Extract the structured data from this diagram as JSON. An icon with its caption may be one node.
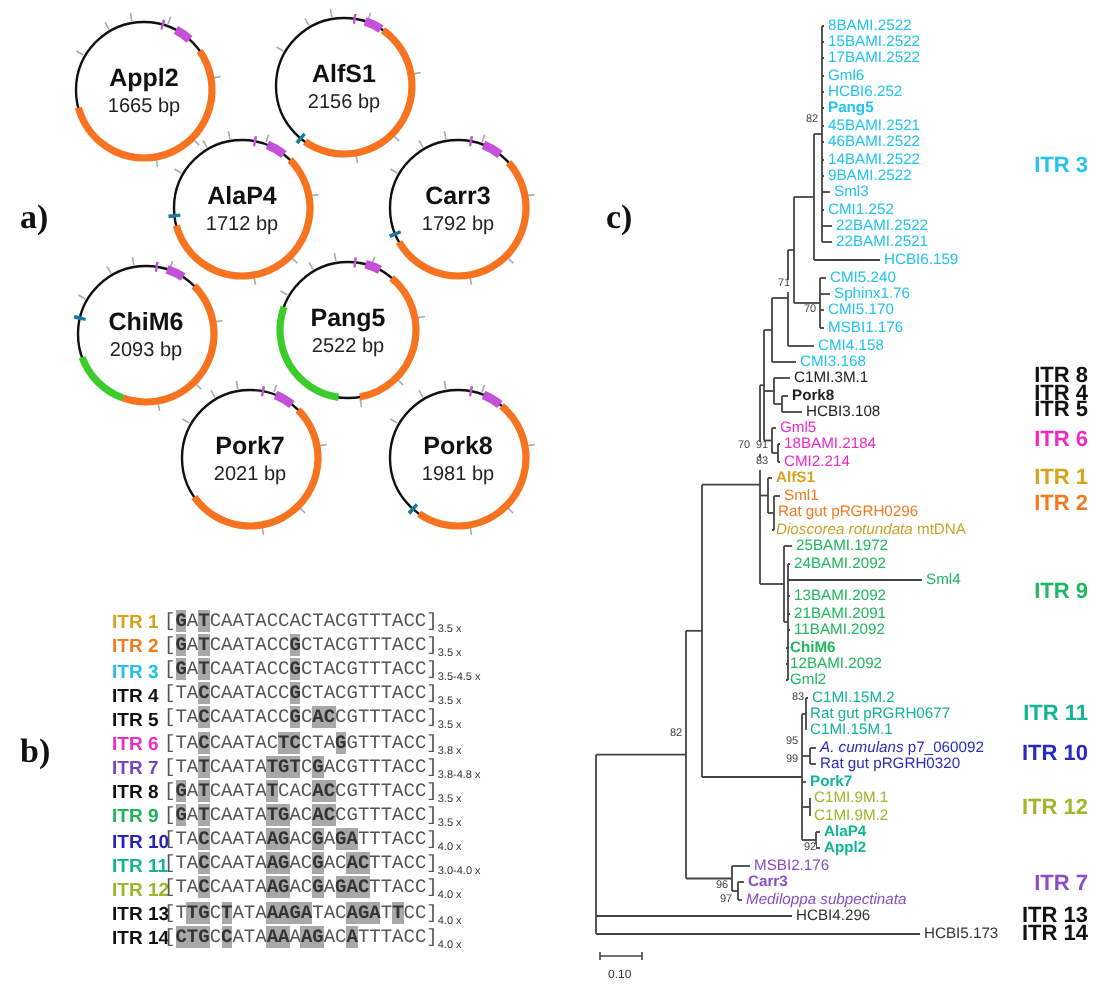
{
  "diagram": {
    "nodes": [
      {
        "text": [
          "Appl2",
          "1665 bp"
        ]
      },
      {
        "text": [
          "AlfS1",
          "2156 bp"
        ]
      },
      {
        "text": [
          "AlaP4",
          "1712 bp"
        ]
      },
      {
        "text": [
          "Carr3",
          "1792 bp"
        ]
      },
      {
        "text": [
          "ChiM6",
          "2093 bp"
        ]
      },
      {
        "text": [
          "Pang5",
          "2522 bp"
        ]
      },
      {
        "text": [
          "Pork7",
          "2021 bp"
        ]
      },
      {
        "text": [
          "Pork8",
          "1981 bp"
        ]
      }
    ],
    "labels": [
      "a)",
      "b)",
      "ITR 1",
      "[**G**A**T**CAATACCACTACGTTTACC]$_{3.5 x}$",
      "ITR 2",
      "[**G**A**T**CAATACC**G**CTACGTTTACC]$_{3.5 x}$",
      "ITR 3",
      "[**G**A**T**CAATACC**G**CTACGTTTACC]$_{3.5-4.5 x}$",
      "ITR 4",
      "[TA**C**CAATACC**G**CTACGTTTACC]$_{3.5 x}$",
      "ITR 5",
      "[TA**C**CAATACC**G**C**AC**CGTTTACC]$_{3.5 x}$",
      "ITR 6",
      "[TA**C**CAATAC**TC**CTA**G**GTTTACC]$_{3.8 x}$",
      "ITR 7",
      "[TA**T**CAATA**TGT**C**G**ACGTTTACC]$_{3.8-4.8 x}$",
      "ITR 8",
      "[**G**A**T**CAATA**T**CAC**AC**CGTTTACC]$_{3.5 x}$",
      "ITR 9",
      "[**G**A**T**CAATA**TG**AC**AC**CGTTTACC]$_{3.5 x}$",
      "ITR 10",
      "[TA**C**CAATA**AG**AC**G**A**GA**TTTACC]$_{4.0 x}$",
      "ITR 11",
      "[TA**C**CAATA**AG**AC**G**AC**AC**TTACC]$_{3.0-4.0 x}$",
      "ITR 12",
      "[TA**C**CAATA**AG**AC**G**A**GAC**TTACC]$_{4.0 x}$",
      "ITR 13",
      "[T**TG**C**T**ATA**AAGA**TAC**AGA**T**T**CC]$_{4.0 x}$",
      "ITR 14",
      "[**CTG**C**C**ATA**AA**A**AG**AC**A**TTTACC]$_{4.0 x}$",
      "c)",
      "8BAMI.2522",
      "15BAMI.2522",
      "17BAMI.2522",
      "Gml6",
      "HCBI6.252",
      "Pang5",
      "45BAMI.2521",
      "46BAMI.2522",
      "14BAMI.2522",
      "9BAMI.2522",
      "Sml3",
      "CMI1.252",
      "22BAMI.2522",
      "22BAMI.2521",
      "HCBI6.159",
      "CMI5.240",
      "Sphinx1.76",
      "CMI5.170",
      "MSBI1.176",
      "CMI4.158",
      "CMI3.168",
      "C1MI.3M.1",
      "Pork8",
      "HCBI3.108",
      "Gml5",
      "18BAMI.2184",
      "CMI2.214",
      "AlfS1",
      "Sml1",
      "Rat gut pRGRH0296",
      "*Dioscorea rotundata* mtDNA",
      "25BAMI.1972",
      "24BAMI.2092",
      "Sml4",
      "13BAMI.2092",
      "21BAMI.2091",
      "11BAMI.2092",
      "ChiM6",
      "12BAMI.2092",
      "Gml2",
      "C1MI.15M.2",
      "Rat gut pRGRH0677",
      "C1MI.15M.1",
      "*A. cumulans* p7_060092",
      "Rat gut pRGRH0320",
      "Pork7",
      "C1MI.9M.1",
      "C1MI.9M.2",
      "AlaP4",
      "Appl2",
      "MSBI2.176",
      "Carr3",
      "Mediloppa subpectinata",
      "HCBI4.296",
      "HCBI5.173",
      "82",
      "71",
      "70",
      "70",
      "91",
      "83",
      "82",
      "83",
      "95",
      "99",
      "92",
      "96",
      "97",
      "ITR 3",
      "ITR 8",
      "ITR 4",
      "ITR 5",
      "ITR 6",
      "ITR 1",
      "ITR 2",
      "ITR 9",
      "ITR 11",
      "ITR 10",
      "ITR 12",
      "ITR 7",
      "ITR 13",
      "ITR 14",
      "0.10"
    ]
  }
}
